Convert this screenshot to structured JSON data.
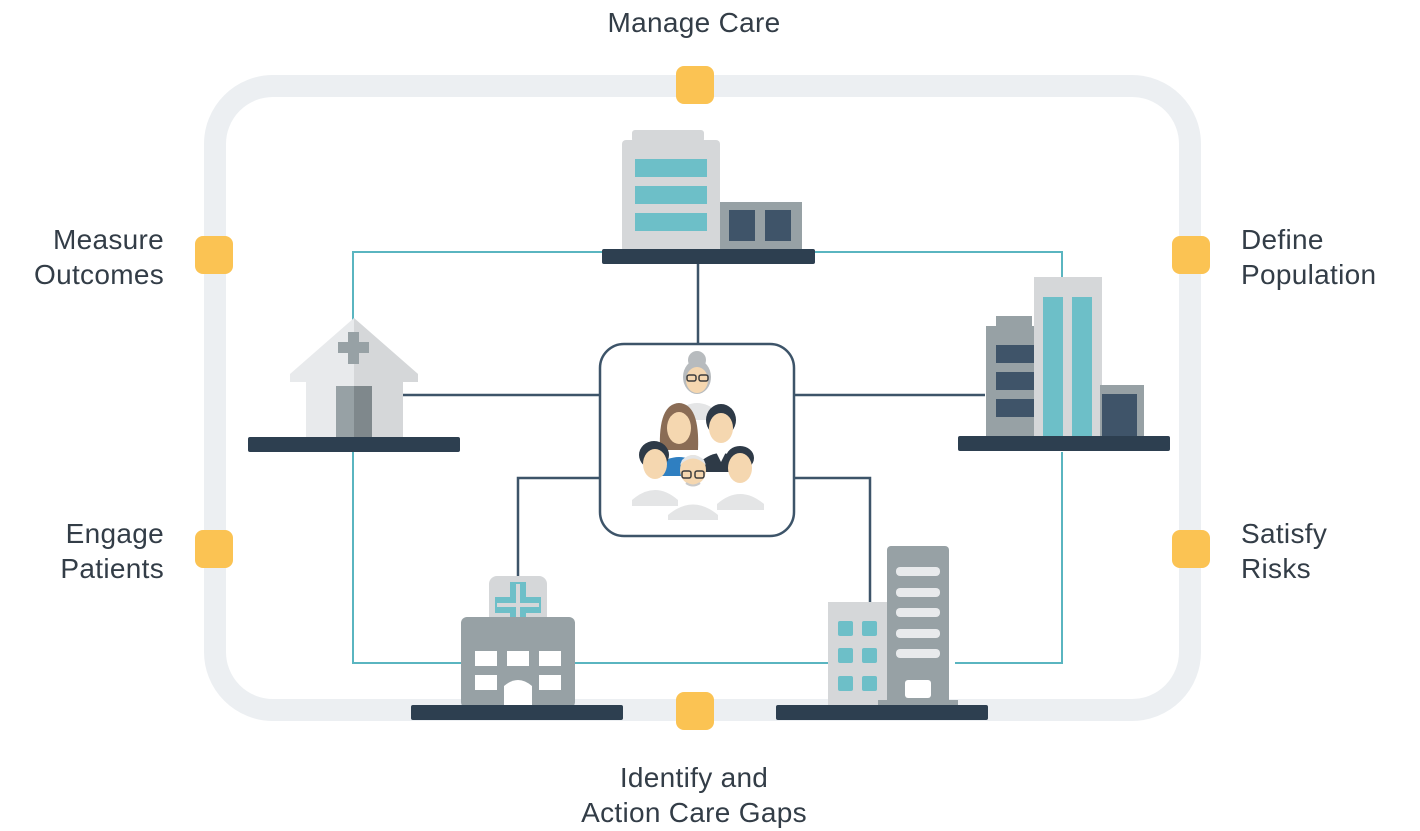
{
  "labels": {
    "top": "Manage Care",
    "left_top": [
      "Measure",
      "Outcomes"
    ],
    "right_top": [
      "Define",
      "Population"
    ],
    "left_bottom": [
      "Engage",
      "Patients"
    ],
    "right_bottom": [
      "Satisfy",
      "Risks"
    ],
    "bottom": [
      "Identify and",
      "Action Care Gaps"
    ]
  },
  "colors": {
    "loop": "#eceff2",
    "node": "#fbc353",
    "teal_line": "#5ab5c0",
    "dark_line": "#3d5469",
    "platform": "#2d3f50",
    "building_light": "#d5d7d9",
    "building_mid": "#97a1a5",
    "building_dark": "#3f5469",
    "window_teal": "#6dbfc8"
  },
  "icons": {
    "top": "office-building-icon",
    "left": "clinic-house-icon",
    "right": "city-buildings-icon",
    "bottom_left": "hospital-icon",
    "bottom_right": "apartment-buildings-icon",
    "center": "patient-group-icon"
  }
}
